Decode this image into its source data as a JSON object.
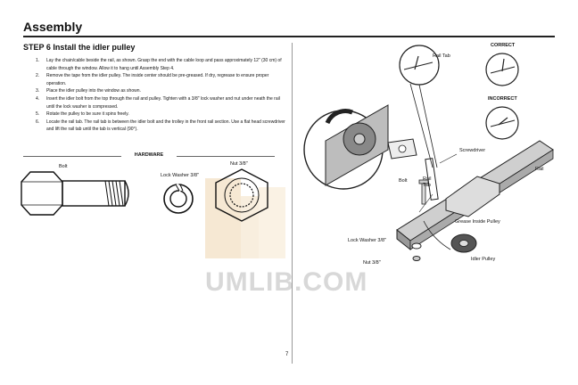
{
  "header": {
    "title": "Assembly"
  },
  "step": {
    "title": "STEP 6 Install the idler pulley",
    "items": [
      {
        "num": "1.",
        "text": "Lay the chain/cable beside the rail, as shown. Grasp the end with the cable loop and pass approximately 12\" (30 cm) of cable through the window. Allow it to hang until Assembly Step 4."
      },
      {
        "num": "2.",
        "text": "Remove the tape from the idler pulley. The inside center should be pre-greased. If dry, regrease to ensure proper operation."
      },
      {
        "num": "3.",
        "text": "Place the idler pulley into the window as shown."
      },
      {
        "num": "4.",
        "text": "Insert the idler bolt from the top through the rail and pulley. Tighten with a 3/8\" lock washer and nut under neath the rail until the lock washer is compressed."
      },
      {
        "num": "5.",
        "text": "Rotate the pulley to be sure it spins freely."
      },
      {
        "num": "6.",
        "text": "Locate the rail tab. The rail tab is between the idler bolt and the trolley in the front rail section. Use a flat head screwdriver and lift the rail tab until the tab is vertical (90°)."
      }
    ]
  },
  "hardware": {
    "title": "HARDWARE",
    "bolt": "Bolt",
    "lock_washer": "Lock Washer 3/8\"",
    "nut": "Nut 3/8\""
  },
  "diagram": {
    "correct": "CORRECT",
    "incorrect": "INCORRECT",
    "rail_tab": "Rail Tab",
    "screwdriver": "Screwdriver",
    "rail": "Rail",
    "bolt": "Bolt",
    "rail_tab_2": "Rail\nTab",
    "grease": "Grease Inside Pulley",
    "lock_washer": "Lock Washer 3/8\"",
    "idler_pulley": "Idler Pulley",
    "nut": "Nut 3/8\""
  },
  "watermark": "UMLIB.COM",
  "page_number": "7"
}
